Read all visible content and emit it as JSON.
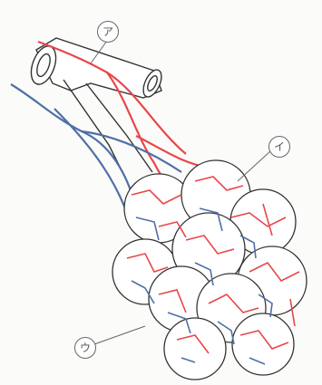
{
  "labels": {
    "a": "ア",
    "i": "イ",
    "u": "ウ"
  },
  "colors": {
    "artery": "#e8464a",
    "vein": "#4f6fa6",
    "outline": "#333333",
    "paper": "#fbfbf9"
  }
}
